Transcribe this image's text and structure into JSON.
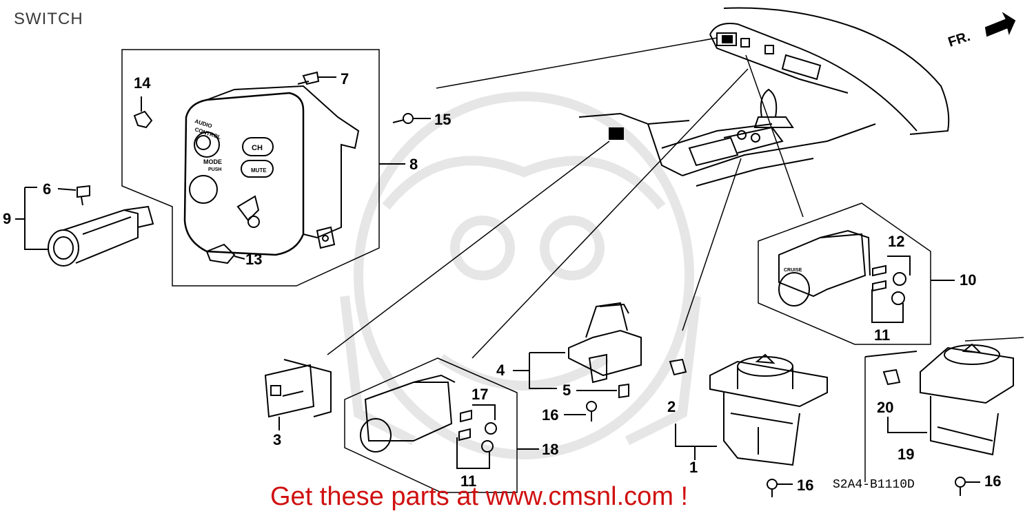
{
  "header": {
    "title": "SWITCH"
  },
  "diagram": {
    "front_indicator": "FR.",
    "drawing_code": "S2A4-B1110D",
    "callouts": {
      "c1": "1",
      "c2": "2",
      "c3": "3",
      "c4": "4",
      "c5": "5",
      "c6": "6",
      "c7": "7",
      "c8": "8",
      "c9": "9",
      "c10": "10",
      "c11a": "11",
      "c11b": "11",
      "c12": "12",
      "c13": "13",
      "c14": "14",
      "c15": "15",
      "c16a": "16",
      "c16b": "16",
      "c16c": "16",
      "c17": "17",
      "c18": "18",
      "c19": "19",
      "c20": "20"
    },
    "panel_text": {
      "audio": "AUDIO",
      "control": "CONTROL",
      "mode": "MODE",
      "push": "PUSH",
      "ch": "CH",
      "mute": "MUTE",
      "cruise": "CRUISE"
    }
  },
  "footer": {
    "promo": "Get these parts at www.cmsnl.com !"
  }
}
